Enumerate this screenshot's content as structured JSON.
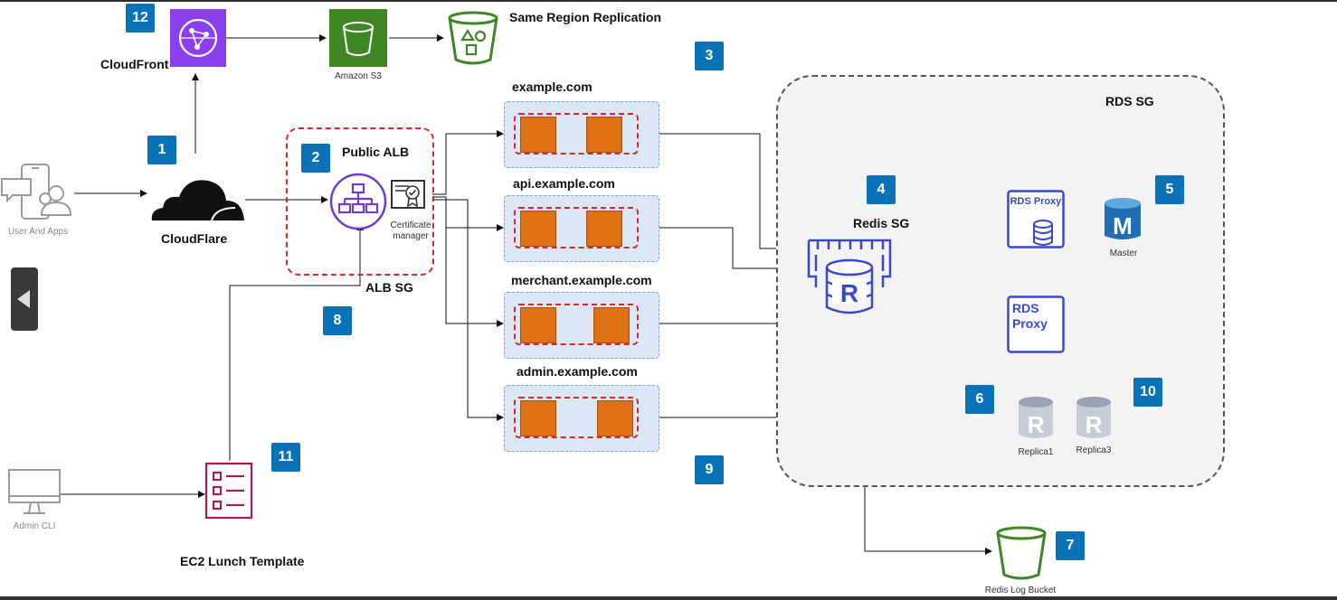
{
  "colors": {
    "badge": "#0a73b8",
    "sg_border": "#d9272e",
    "service_fill": "#dbe7f5",
    "task": "#e07014",
    "aws_purple": "#8a3ff0",
    "aws_green": "#3f8624",
    "redis_blue": "#3b48cc",
    "magenta": "#b0175a"
  },
  "badges": [
    "12",
    "1",
    "2",
    "3",
    "4",
    "5",
    "6",
    "7",
    "8",
    "9",
    "10",
    "11"
  ],
  "labels": {
    "cloudfront": "CloudFront",
    "s3": "Amazon S3",
    "same_region": "Same Region Replication",
    "user_apps": "User And Apps",
    "cloudflare": "CloudFlare",
    "public_alb": "Public ALB",
    "cert_manager": "Certificate manager",
    "alb_sg": "ALB SG",
    "admin_cli": "Admin CLI",
    "ec2_template": "EC2 Lunch Template",
    "rds_sg": "RDS SG",
    "redis_sg": "Redis SG",
    "rds_proxy_top": "RDS Proxy",
    "rds_proxy_bottom": "RDS Proxy",
    "master": "Master",
    "master_letter": "M",
    "replica1": "Replica1",
    "replica3": "Replica3",
    "replica_letter": "R",
    "redis_letter": "R",
    "redis_log_bucket": "Redis Log Bucket"
  },
  "services": [
    "example.com",
    "api.example.com",
    "merchant.example.com",
    "admin.example.com"
  ],
  "icons": [
    "cloudfront-icon",
    "s3-icon",
    "bucket-icon",
    "user-apps-icon",
    "cloudflare-icon",
    "alb-icon",
    "certificate-icon",
    "desktop-icon",
    "ec2-template-icon",
    "redis-icon",
    "rds-proxy-icon",
    "db-master-icon",
    "db-replica-icon",
    "log-bucket-icon",
    "nav-back-icon"
  ]
}
